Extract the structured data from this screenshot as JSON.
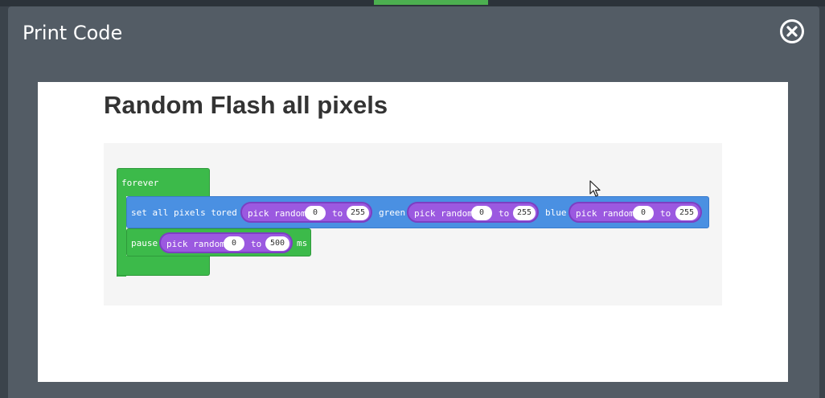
{
  "dialog": {
    "title": "Print Code"
  },
  "script": {
    "title": "Random Flash all pixels",
    "forever_label": "forever",
    "set_all": {
      "label": "set all pixels to",
      "red_label": "red",
      "green_label": "green",
      "blue_label": "blue",
      "red": {
        "label": "pick random",
        "from": "0",
        "to_label": "to",
        "to": "255"
      },
      "green": {
        "label": "pick random",
        "from": "0",
        "to_label": "to",
        "to": "255"
      },
      "blue": {
        "label": "pick random",
        "from": "0",
        "to_label": "to",
        "to": "255"
      }
    },
    "pause": {
      "label": "pause",
      "random": {
        "label": "pick random",
        "from": "0",
        "to_label": "to",
        "to": "500"
      },
      "unit": "ms"
    }
  },
  "colors": {
    "modal_bg": "#535c65",
    "loops_green": "#3cba4a",
    "neopixel_blue": "#4a90e2",
    "math_purple": "#9b59e0"
  }
}
